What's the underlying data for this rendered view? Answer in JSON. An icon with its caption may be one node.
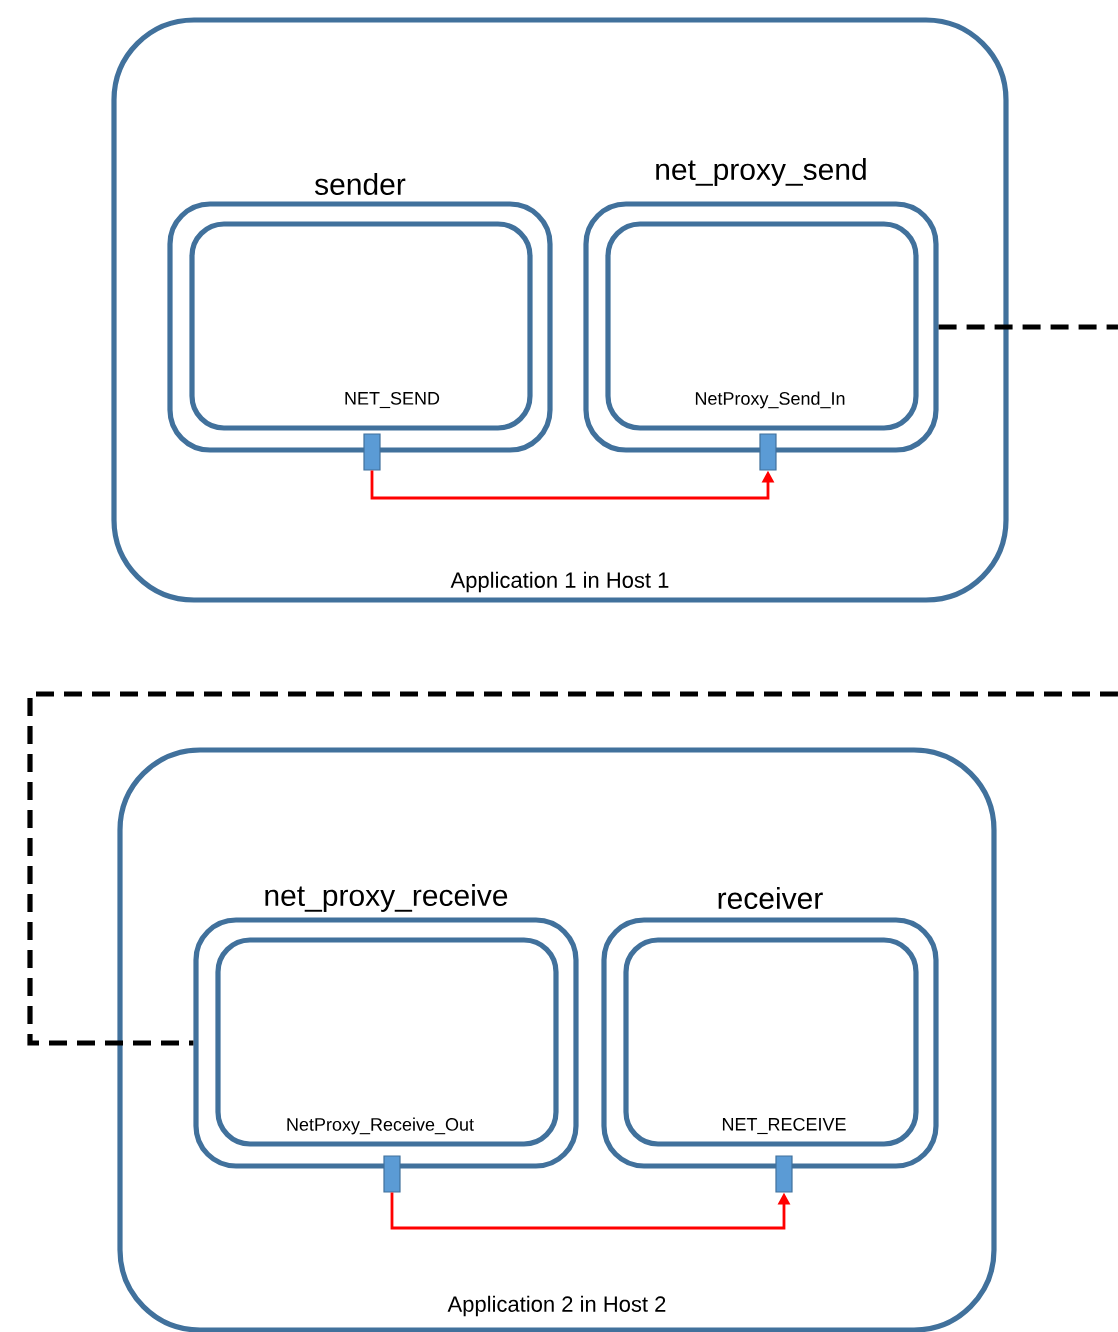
{
  "diagram": {
    "nodes": [
      {
        "text": [
          "Application 1 in Host 1"
        ]
      },
      {
        "text": [
          "sender",
          "NET_SEND"
        ],
        "in": 0
      },
      {
        "text": [
          "net_proxy_send",
          "NetProxy_Send_In"
        ],
        "in": 0
      },
      {
        "text": [],
        "shape": "box",
        "in": 0
      },
      {
        "text": [],
        "shape": "box",
        "in": 0
      },
      {
        "text": [
          "Application 2 in Host 2"
        ]
      },
      {
        "text": [
          "net_proxy_receive",
          "NetProxy_Receive_Out"
        ],
        "in": 5
      },
      {
        "text": [
          "receiver",
          "NET_RECEIVE"
        ],
        "in": 5
      },
      {
        "text": [],
        "shape": "box",
        "in": 5
      },
      {
        "text": [],
        "shape": "box",
        "in": 5
      }
    ],
    "edges": [
      {
        "from": 3,
        "to": 4,
        "arrow": "to",
        "color": "#ff0000"
      },
      {
        "from": 2,
        "to": null,
        "arrow": "none",
        "style": "dashed",
        "color": "#000000"
      },
      {
        "from": null,
        "to": 6,
        "arrow": "none",
        "style": "dashed",
        "color": "#000000"
      },
      {
        "from": 8,
        "to": 9,
        "arrow": "to",
        "color": "#ff0000"
      }
    ]
  }
}
